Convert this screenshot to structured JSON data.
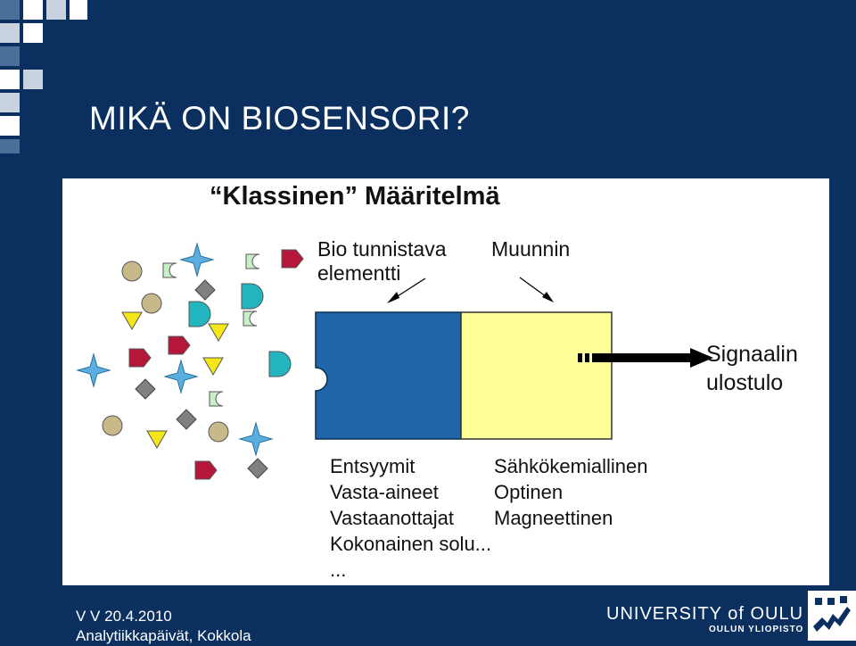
{
  "slide": {
    "title": "MIKÄ ON BIOSENSORI?"
  },
  "diagram": {
    "heading": "“Klassinen” Määritelmä",
    "bio_label_line1": "Bio tunnistava",
    "bio_label_line2": "elementti",
    "transducer_label": "Muunnin",
    "signal_line1": "Signaalin",
    "signal_line2": "ulostulo",
    "recognition_elements": [
      "Entsyymit",
      "Vasta-aineet",
      "Vastaanottajat",
      "Kokonainen solu...",
      "..."
    ],
    "transducer_types": [
      "Sähkökemiallinen",
      "Optinen",
      "Magneettinen"
    ],
    "colors": {
      "bio_block": "#1f66a8",
      "transducer_block": "#ffff99",
      "circle": "#c8b98a",
      "triangle": "#f5e61a",
      "diamond": "#808080",
      "pentagon": "#b5173a",
      "star": "#5aafe0",
      "teal_d": "#22b5c0",
      "mint_shape": "#c8f0c8"
    }
  },
  "footer": {
    "line1": "V V 20.4.2010",
    "line2": "Analytiikkapäivät, Kokkola",
    "university": "UNIVERSITY of OULU",
    "university_sub": "OULUN YLIOPISTO"
  }
}
